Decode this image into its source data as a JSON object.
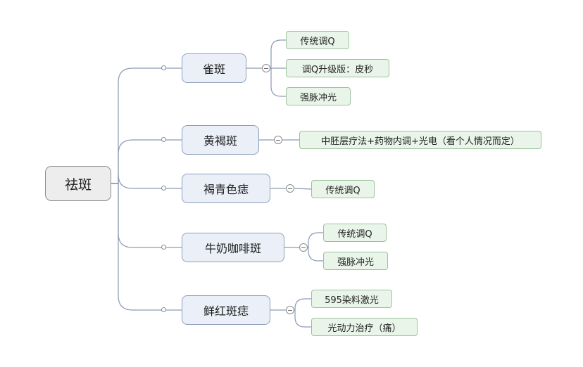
{
  "root": {
    "label": "祛斑"
  },
  "branches": [
    {
      "label": "雀斑",
      "children": [
        "传统调Q",
        "调Q升级版：皮秒",
        "强脉冲光"
      ]
    },
    {
      "label": "黄褐斑",
      "children": [
        "中胚层疗法+药物内调+光电（看个人情况而定）"
      ]
    },
    {
      "label": "褐青色痣",
      "children": [
        "传统调Q"
      ]
    },
    {
      "label": "牛奶咖啡斑",
      "children": [
        "传统调Q",
        "强脉冲光"
      ]
    },
    {
      "label": "鲜红斑痣",
      "children": [
        "595染料激光",
        "光动力治疗（痛）"
      ]
    }
  ],
  "colors": {
    "connector": "#8a9ab5",
    "branch_fill": "#eaeff8",
    "leaf_fill": "#eaf5ea",
    "leaf_border": "#9cc29c"
  }
}
